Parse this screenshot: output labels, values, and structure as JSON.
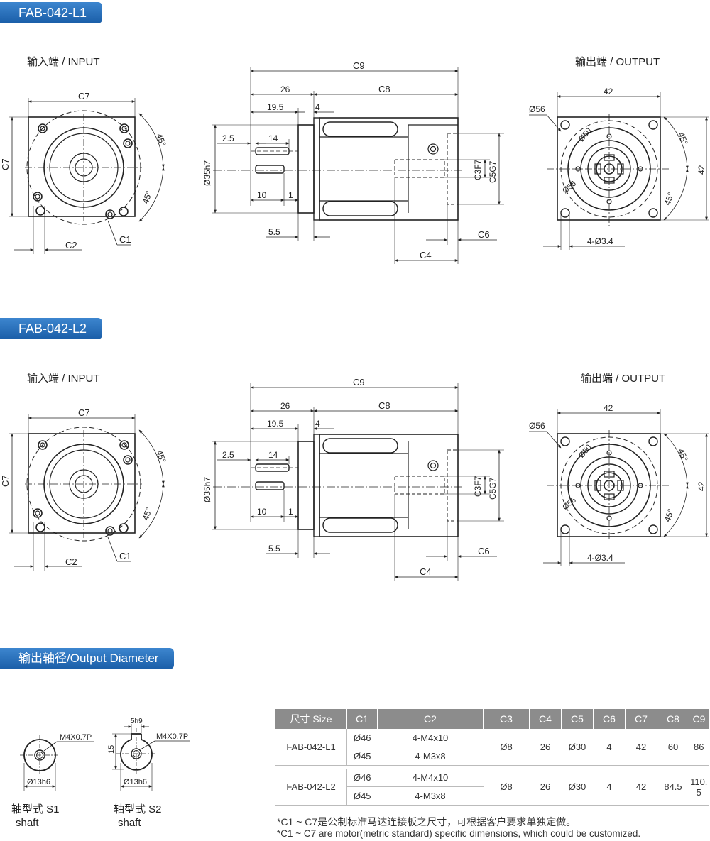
{
  "sections": {
    "l1_title": "FAB-042-L1",
    "l2_title": "FAB-042-L2",
    "output_diameter_title": "输出轴径/Output Diameter"
  },
  "views": {
    "input_label": "输入端 / INPUT",
    "output_label": "输出端 / OUTPUT"
  },
  "dims": {
    "c1": "C1",
    "c2": "C2",
    "c3": "C3F7",
    "c4": "C4",
    "c5": "C5G7",
    "c6": "C6",
    "c7": "C7",
    "c8": "C8",
    "c9": "C9",
    "deg45": "45°",
    "d26": "26",
    "d19_5": "19.5",
    "d4": "4",
    "d2_5": "2.5",
    "d14": "14",
    "d10": "10",
    "d1": "1",
    "d5_5": "5.5",
    "d35": "Ø35h7",
    "d42": "42",
    "d56": "Ø56",
    "d50": "Ø50",
    "holes": "4-Ø3.4"
  },
  "shafts": {
    "thread": "M4X0.7P",
    "diameter": "Ø13h6",
    "key_width": "5h9",
    "key_height": "15",
    "s1_label": "轴型式 S1",
    "s2_label": "轴型式 S2",
    "shaft_word": "shaft"
  },
  "table": {
    "headers": [
      "尺寸 Size",
      "C1",
      "C2",
      "C3",
      "C4",
      "C5",
      "C6",
      "C7",
      "C8",
      "C9"
    ],
    "rows": [
      {
        "size": "FAB-042-L1",
        "c1": [
          "Ø46",
          "Ø45"
        ],
        "c2": [
          "4-M4x10",
          "4-M3x8"
        ],
        "c3": "Ø8",
        "c4": "26",
        "c5": "Ø30",
        "c6": "4",
        "c7": "42",
        "c8": "60",
        "c9": "86"
      },
      {
        "size": "FAB-042-L2",
        "c1": [
          "Ø46",
          "Ø45"
        ],
        "c2": [
          "4-M4x10",
          "4-M3x8"
        ],
        "c3": "Ø8",
        "c4": "26",
        "c5": "Ø30",
        "c6": "4",
        "c7": "42",
        "c8": "84.5",
        "c9": "110. 5"
      }
    ]
  },
  "notes": [
    "*C1 ~ C7是公制标准马达连接板之尺寸，可根据客户要求单独定做。",
    "*C1 ~ C7 are motor(metric standard) specific dimensions, which could be customized."
  ]
}
